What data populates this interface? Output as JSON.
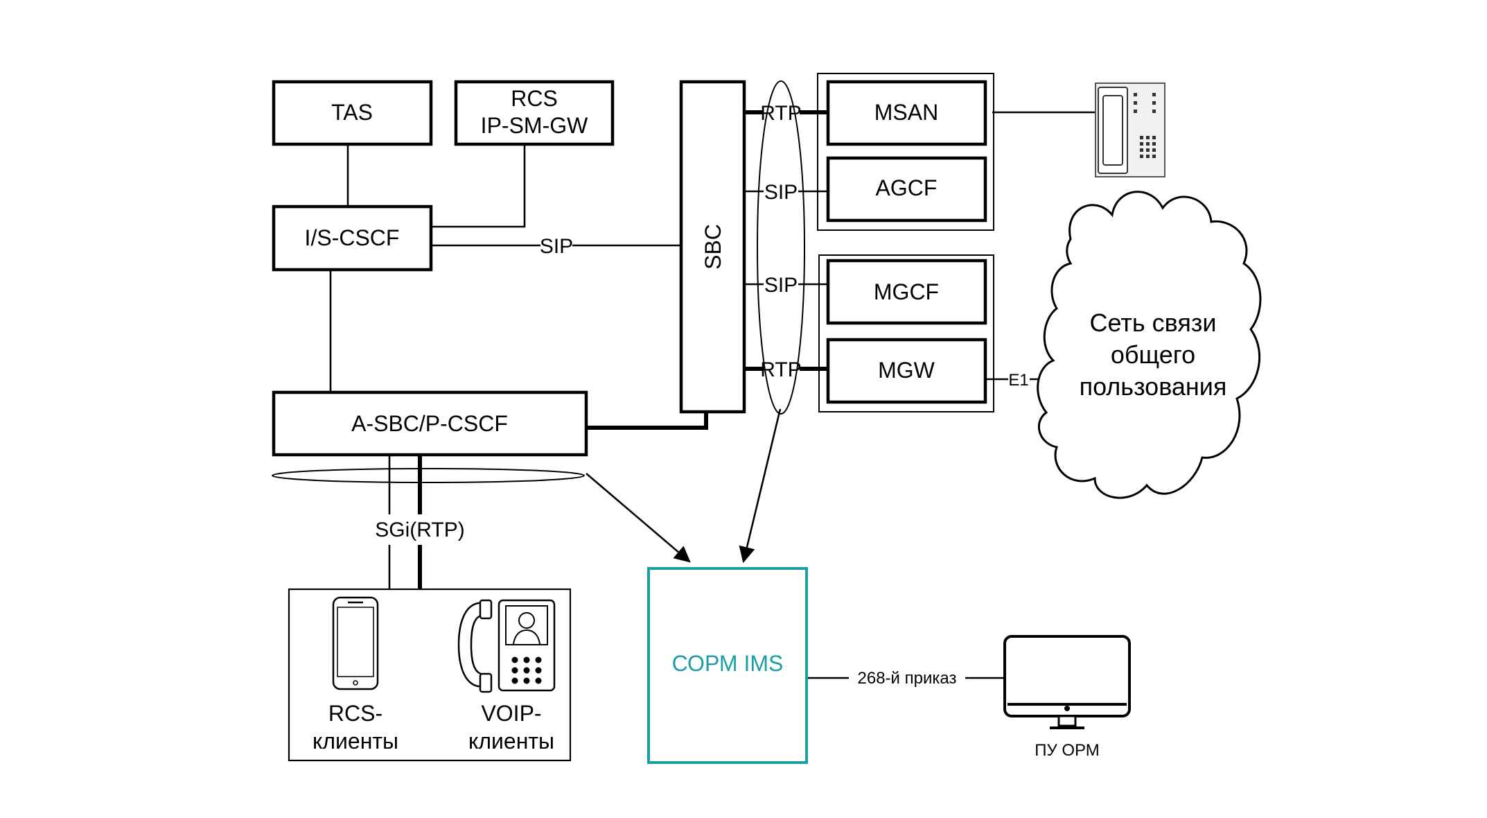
{
  "nodes": {
    "tas": "TAS",
    "rcs_line1": "RCS",
    "rcs_line2": "IP-SM-GW",
    "iscscf": "I/S-CSCF",
    "sbc": "SBC",
    "asbc": "A-SBC/P-CSCF",
    "msan": "MSAN",
    "agcf": "AGCF",
    "mgcf": "MGCF",
    "mgw": "MGW",
    "sorm": "СОРМ IMS",
    "pu_orm": "ПУ ОРМ"
  },
  "cloud": {
    "line1": "Сеть связи",
    "line2": "общего",
    "line3": "пользования"
  },
  "clients": {
    "rcs_line1": "RCS-",
    "rcs_line2": "клиенты",
    "voip_line1": "VOIP-",
    "voip_line2": "клиенты"
  },
  "edges": {
    "sip_main": "SIP",
    "rtp_msan": "RTP",
    "sip_agcf": "SIP",
    "sip_mgcf": "SIP",
    "rtp_mgw": "RTP",
    "e1": "E1",
    "sgi": "SGi(RTP)",
    "order268": "268-й приказ"
  },
  "colors": {
    "sorm_accent": "#1b9ea5",
    "line": "#000000"
  },
  "icons": [
    "desk-phone-icon",
    "smartphone-icon",
    "video-phone-icon",
    "monitor-icon"
  ]
}
